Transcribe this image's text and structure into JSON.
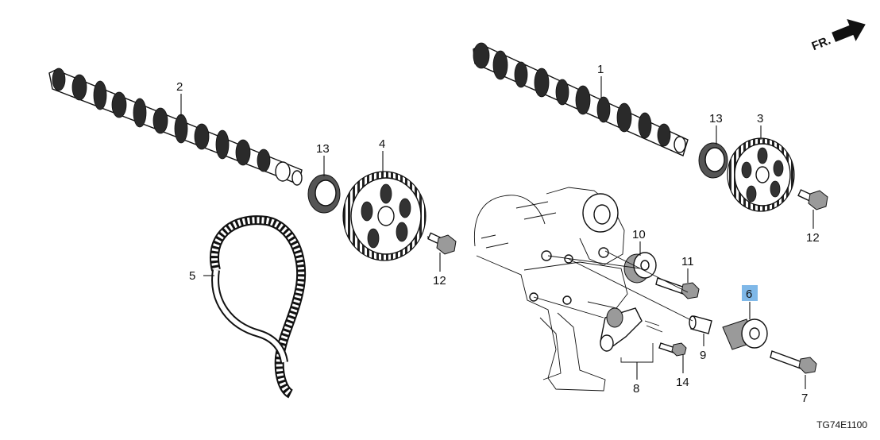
{
  "direction_indicator": {
    "label": "FR."
  },
  "diagram_code": "TG74E1100",
  "highlight_color": "#7fb8e8",
  "parts": {
    "p1": "1",
    "p2": "2",
    "p3": "3",
    "p4": "4",
    "p5": "5",
    "p6": "6",
    "p7": "7",
    "p8": "8",
    "p9": "9",
    "p10": "10",
    "p11": "11",
    "p12a": "12",
    "p12b": "12",
    "p13a": "13",
    "p13b": "13",
    "p14": "14"
  }
}
